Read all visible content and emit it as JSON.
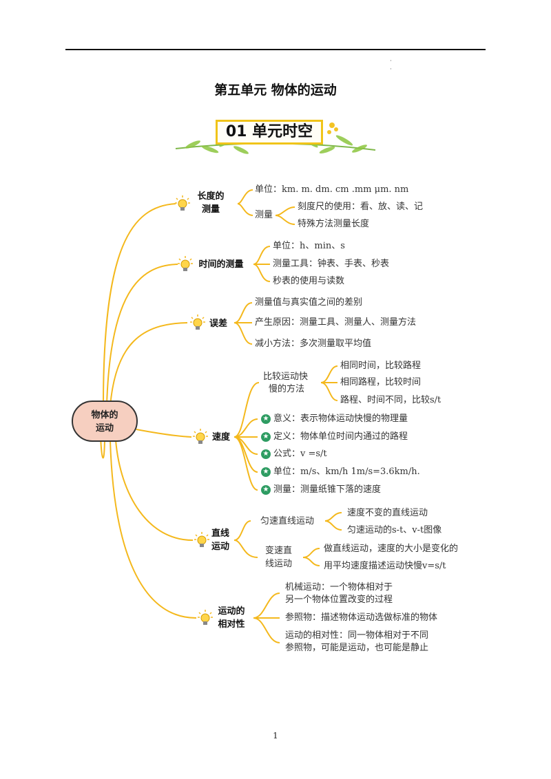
{
  "header": {
    "corner_marks": [
      "·",
      "·"
    ]
  },
  "title": "第五单元  物体的运动",
  "banner": "01 单元时空",
  "root": {
    "line1": "物体的",
    "line2": "运动"
  },
  "categories": [
    {
      "line1": "长度的",
      "line2": "测量"
    },
    {
      "line1": "时间的测量",
      "line2": ""
    },
    {
      "line1": "误差",
      "line2": ""
    },
    {
      "line1": "速度",
      "line2": ""
    },
    {
      "line1": "直线",
      "line2": "运动"
    },
    {
      "line1": "运动的",
      "line2": "相对性"
    }
  ],
  "length": {
    "unit": "单位：km.   m.   dm.   cm .mm   μm.   nm",
    "measure": "测量",
    "ruler_use": "刻度尺的使用：看、放、读、记",
    "special": "特殊方法测量长度"
  },
  "time": {
    "unit": "单位：h、min、s",
    "tools": "测量工具：钟表、手表、秒表",
    "stopwatch": "秒表的使用与读数"
  },
  "error": {
    "definition": "测量值与真实值之间的差别",
    "cause": "产生原因：测量工具、测量人、测量方法",
    "reduce": "减小方法：多次测量取平均值"
  },
  "speed": {
    "compare_line1": "比较运动快",
    "compare_line2": "慢的方法",
    "same_time": "相同时间，比较路程",
    "same_dist": "相同路程，比较时间",
    "diff": "路程、时间不同，比较s/t",
    "meaning": "意义：表示物体运动快慢的物理量",
    "definition": "定义：物体单位时间内通过的路程",
    "formula": "公式：v =s/t",
    "unit": "单位：m/s、km/h   1m/s=3.6km/h.",
    "measure": "测量：测量纸锥下落的速度"
  },
  "linear": {
    "uniform": "匀速直线运动",
    "uniform_a": "速度不变的直线运动",
    "uniform_b": "匀速运动的s-t、v-t图像",
    "variable_line1": "变速直",
    "variable_line2": "线运动",
    "variable_a": "做直线运动，速度的大小是变化的",
    "variable_b": "用平均速度描述运动快慢v=s/t"
  },
  "relative": {
    "mech1": "机械运动：一个物体相对于",
    "mech2": "另一个物体位置改变的过程",
    "reference": "参照物：描述物体运动选做标准的物体",
    "rel1": "运动的相对性：同一物体相对于不同",
    "rel2": "参照物，可能是运动，也可能是静止"
  },
  "page_number": "1",
  "colors": {
    "branch": "#f4b81c",
    "root_fill": "#f6cfc0",
    "star": "#2e9c62",
    "banner_border": "#f0c419"
  },
  "icons": {
    "category": "lightbulb-icon",
    "speed_item": "star-badge-icon",
    "banner": "leaf-branch-icon"
  }
}
